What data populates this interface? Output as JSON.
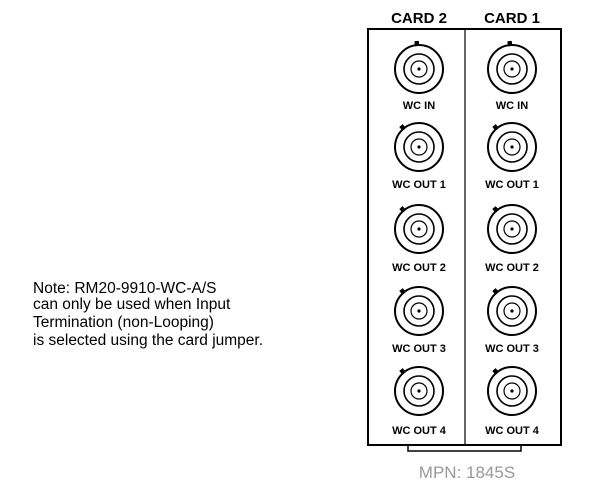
{
  "cards": [
    {
      "header": "CARD 2",
      "connectors": [
        "WC IN",
        "WC OUT 1",
        "WC OUT 2",
        "WC OUT 3",
        "WC OUT 4"
      ]
    },
    {
      "header": "CARD 1",
      "connectors": [
        "WC IN",
        "WC OUT 1",
        "WC OUT 2",
        "WC OUT 3",
        "WC OUT 4"
      ]
    }
  ],
  "note": {
    "lines": [
      "Note: RM20-9910-WC-A/S",
      "can only be used when Input",
      "Termination (non-Looping)",
      "is selected using the card jumper."
    ]
  },
  "mpn": "MPN: 1845S",
  "colors": {
    "line": "#000000",
    "mpn_text": "#999999",
    "background": "#ffffff"
  }
}
